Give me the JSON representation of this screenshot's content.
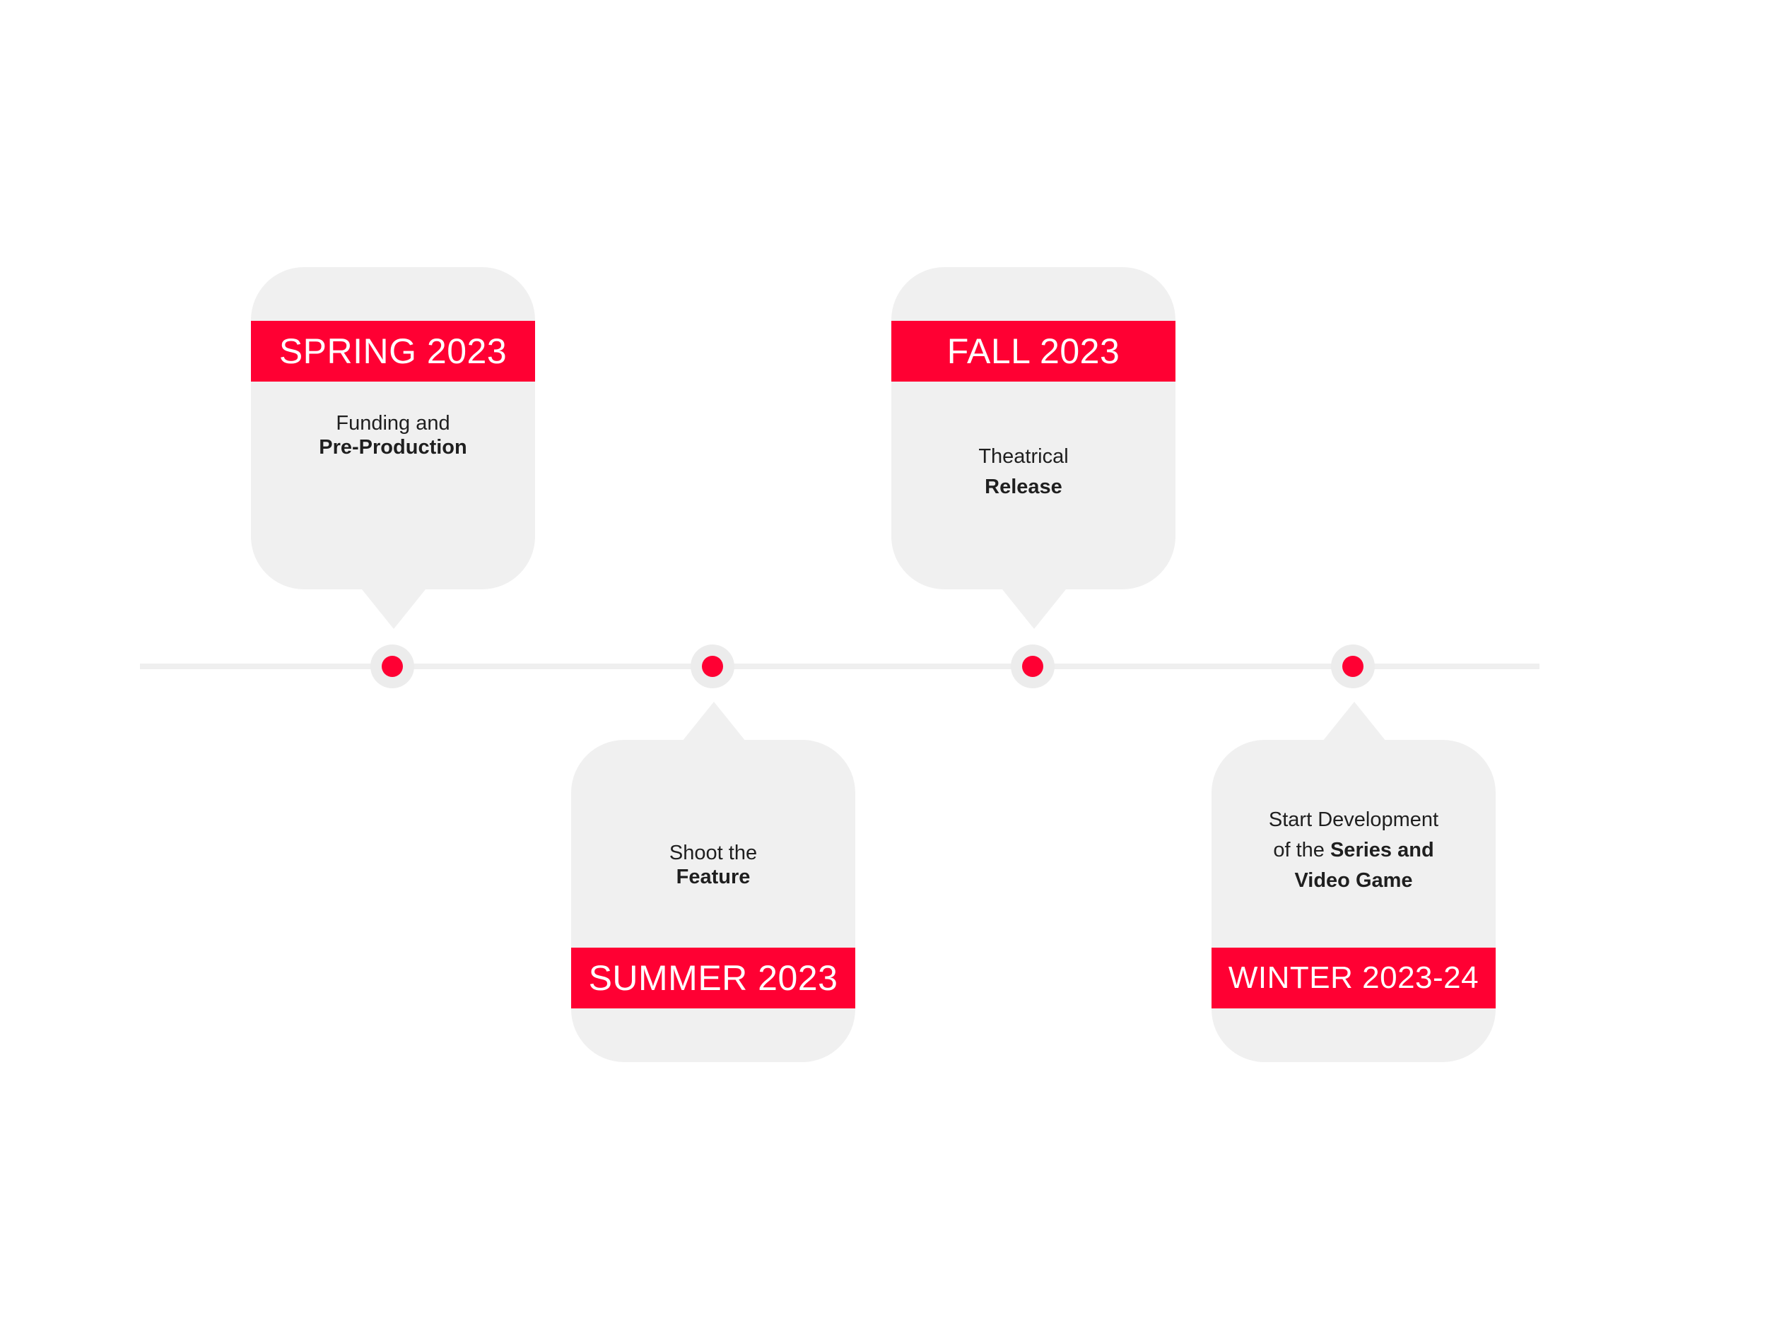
{
  "colors": {
    "accent": "#ff0033",
    "card": "#f0f0f0",
    "line": "#efefef",
    "text": "#1f1f1f"
  },
  "milestones": [
    {
      "title": "SPRING 2023",
      "line1": "Funding and",
      "line2": "Pre-Production"
    },
    {
      "title": "SUMMER 2023",
      "line1": "Shoot the",
      "line2": "Feature"
    },
    {
      "title": "FALL 2023",
      "line1": "Theatrical",
      "line2": "Release"
    },
    {
      "title": "WINTER 2023-24",
      "line1": "Start Development",
      "line2_prefix": "of the",
      "line2_bold": "Series and",
      "line3": "Video Game"
    }
  ]
}
